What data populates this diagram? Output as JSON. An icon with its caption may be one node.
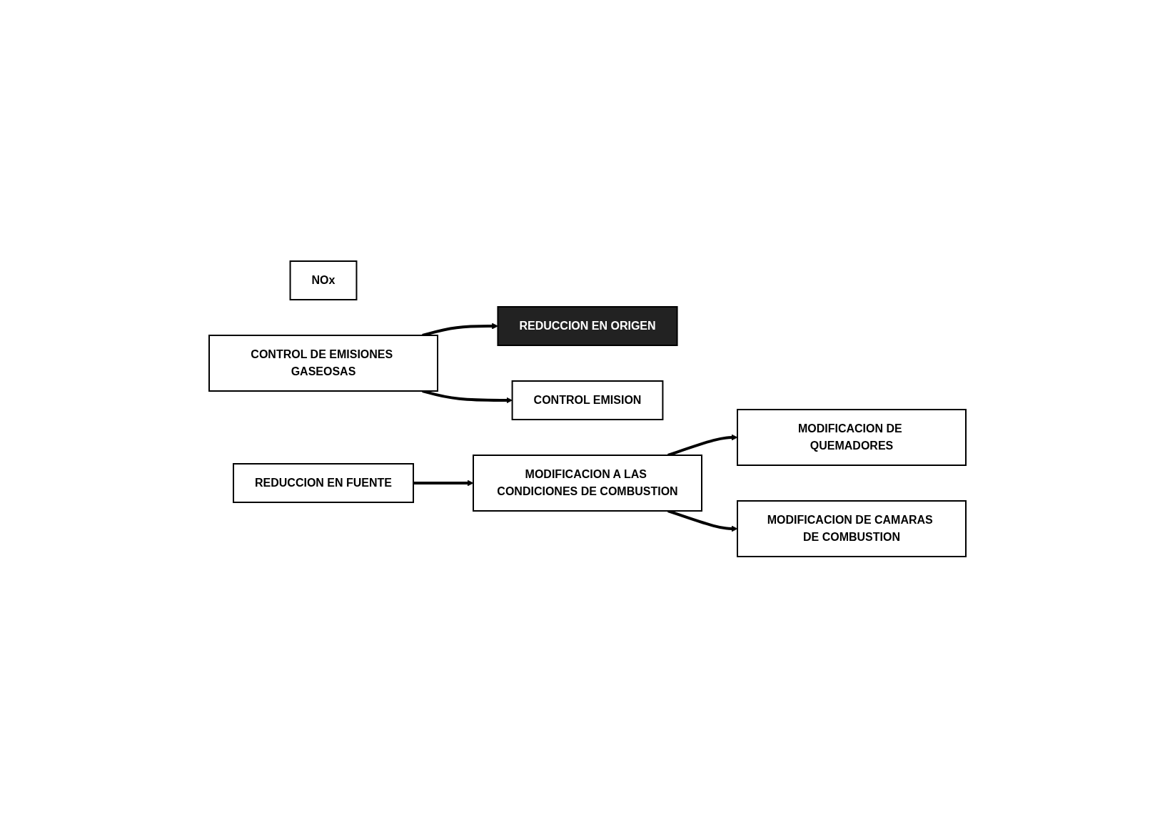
{
  "diagram": {
    "nodes": [
      {
        "text": [
          "NOx"
        ]
      },
      {
        "text": [
          "CONTROL DE EMISIONES GASEOSAS"
        ]
      },
      {
        "text": [
          "REDUCCION EN ORIGEN"
        ]
      },
      {
        "text": [
          "CONTROL EMISION"
        ]
      },
      {
        "text": [
          "REDUCCION EN FUENTE"
        ]
      },
      {
        "text": [
          "MODIFICACION A LAS CONDICIONES DE COMBUSTION"
        ]
      },
      {
        "text": [
          "MODIFICACION DE QUEMADORES"
        ]
      },
      {
        "text": [
          "MODIFICACION DE CAMARAS DE COMBUSTION"
        ]
      }
    ],
    "edges": [
      {
        "from": 1,
        "to": 2,
        "arrow": "to"
      },
      {
        "from": 1,
        "to": 3,
        "arrow": "to"
      },
      {
        "from": 4,
        "to": 5,
        "arrow": "to"
      },
      {
        "from": 5,
        "to": 6,
        "arrow": "to"
      },
      {
        "from": 5,
        "to": 7,
        "arrow": "to"
      }
    ]
  }
}
